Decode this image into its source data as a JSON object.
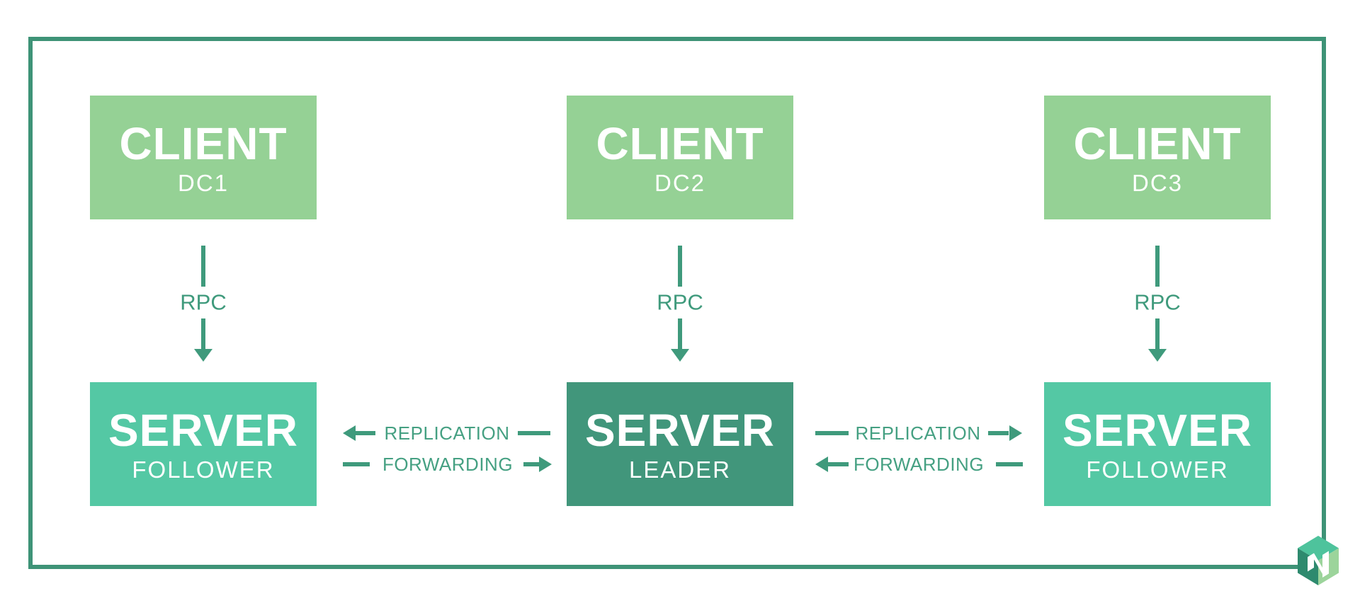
{
  "columns": [
    {
      "client_title": "CLIENT",
      "client_dc": "DC1",
      "rpc": "RPC",
      "server_title": "SERVER",
      "server_role": "FOLLOWER"
    },
    {
      "client_title": "CLIENT",
      "client_dc": "DC2",
      "rpc": "RPC",
      "server_title": "SERVER",
      "server_role": "LEADER"
    },
    {
      "client_title": "CLIENT",
      "client_dc": "DC3",
      "rpc": "RPC",
      "server_title": "SERVER",
      "server_role": "FOLLOWER"
    }
  ],
  "links": {
    "left_replication": "REPLICATION",
    "left_forwarding": "FORWARDING",
    "right_replication": "REPLICATION",
    "right_forwarding": "FORWARDING"
  },
  "colors": {
    "client_box": "#95D195",
    "server_follower_box": "#54C8A4",
    "server_leader_box": "#41967B",
    "frame_border": "#3E9377",
    "arrow_line": "#3F9A7C",
    "link_label_text": "#45A082",
    "box_text": "#FFFFFF",
    "logo_top_face": "#4EC39C",
    "logo_left_face": "#2E8A6E",
    "logo_right_face": "#9CD49B"
  },
  "logo": {
    "name": "nomad-cube-logo"
  }
}
